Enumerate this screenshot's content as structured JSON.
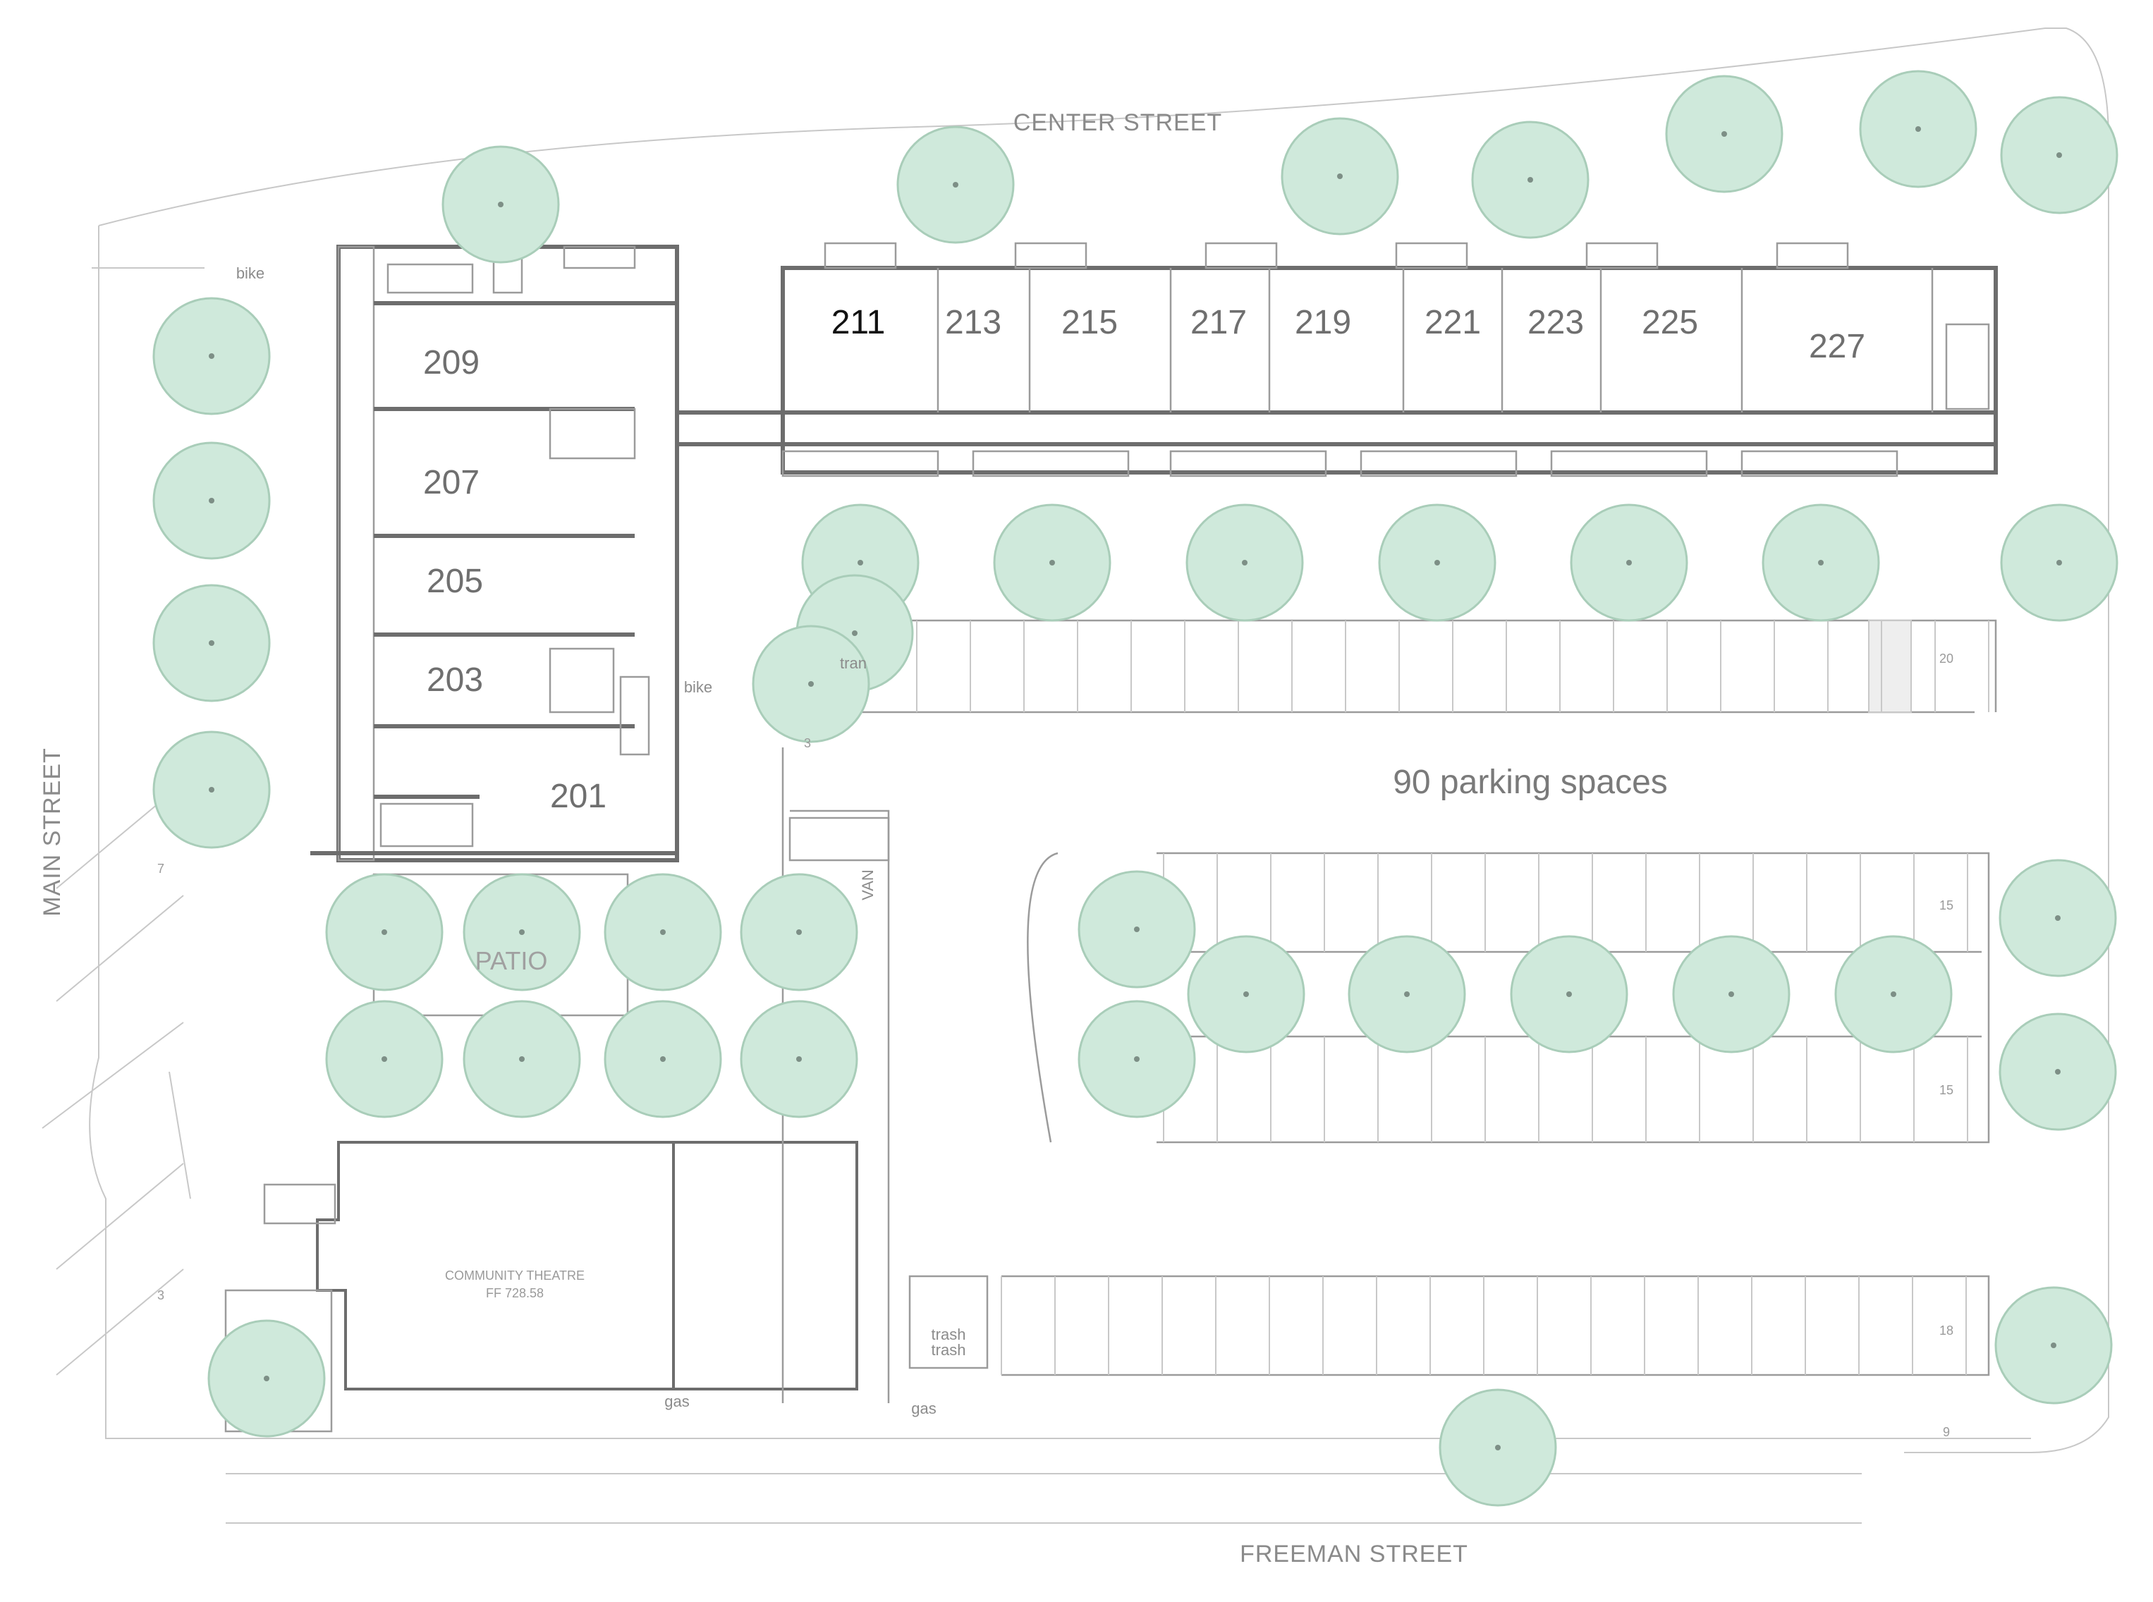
{
  "streets": {
    "north": "CENTER STREET",
    "south": "FREEMAN STREET",
    "west": "MAIN STREET"
  },
  "units_west": [
    "209",
    "207",
    "205",
    "203",
    "201"
  ],
  "units_north": [
    "211",
    "213",
    "215",
    "217",
    "219",
    "221",
    "223",
    "225",
    "227"
  ],
  "labels": {
    "patio": "PATIO",
    "parking": "90 parking spaces",
    "theatre_name": "COMMUNITY THEATRE",
    "theatre_ff": "FF 728.58",
    "bike_1": "bike",
    "bike_2": "bike",
    "tran": "tran",
    "van": "VAN",
    "trash_1": "trash",
    "trash_2": "trash",
    "gas_1": "gas",
    "gas_2": "gas"
  },
  "space_counts": {
    "main_street_upper": "7",
    "main_street_lower": "3",
    "lot_near_entry": "3",
    "row_1": "20",
    "row_2": "15",
    "row_3": "15",
    "row_4": "18",
    "row_5": "9"
  },
  "colors": {
    "tree_fill": "#cfe9db",
    "wall": "#6d6d6d",
    "label": "#6f6f6f"
  }
}
